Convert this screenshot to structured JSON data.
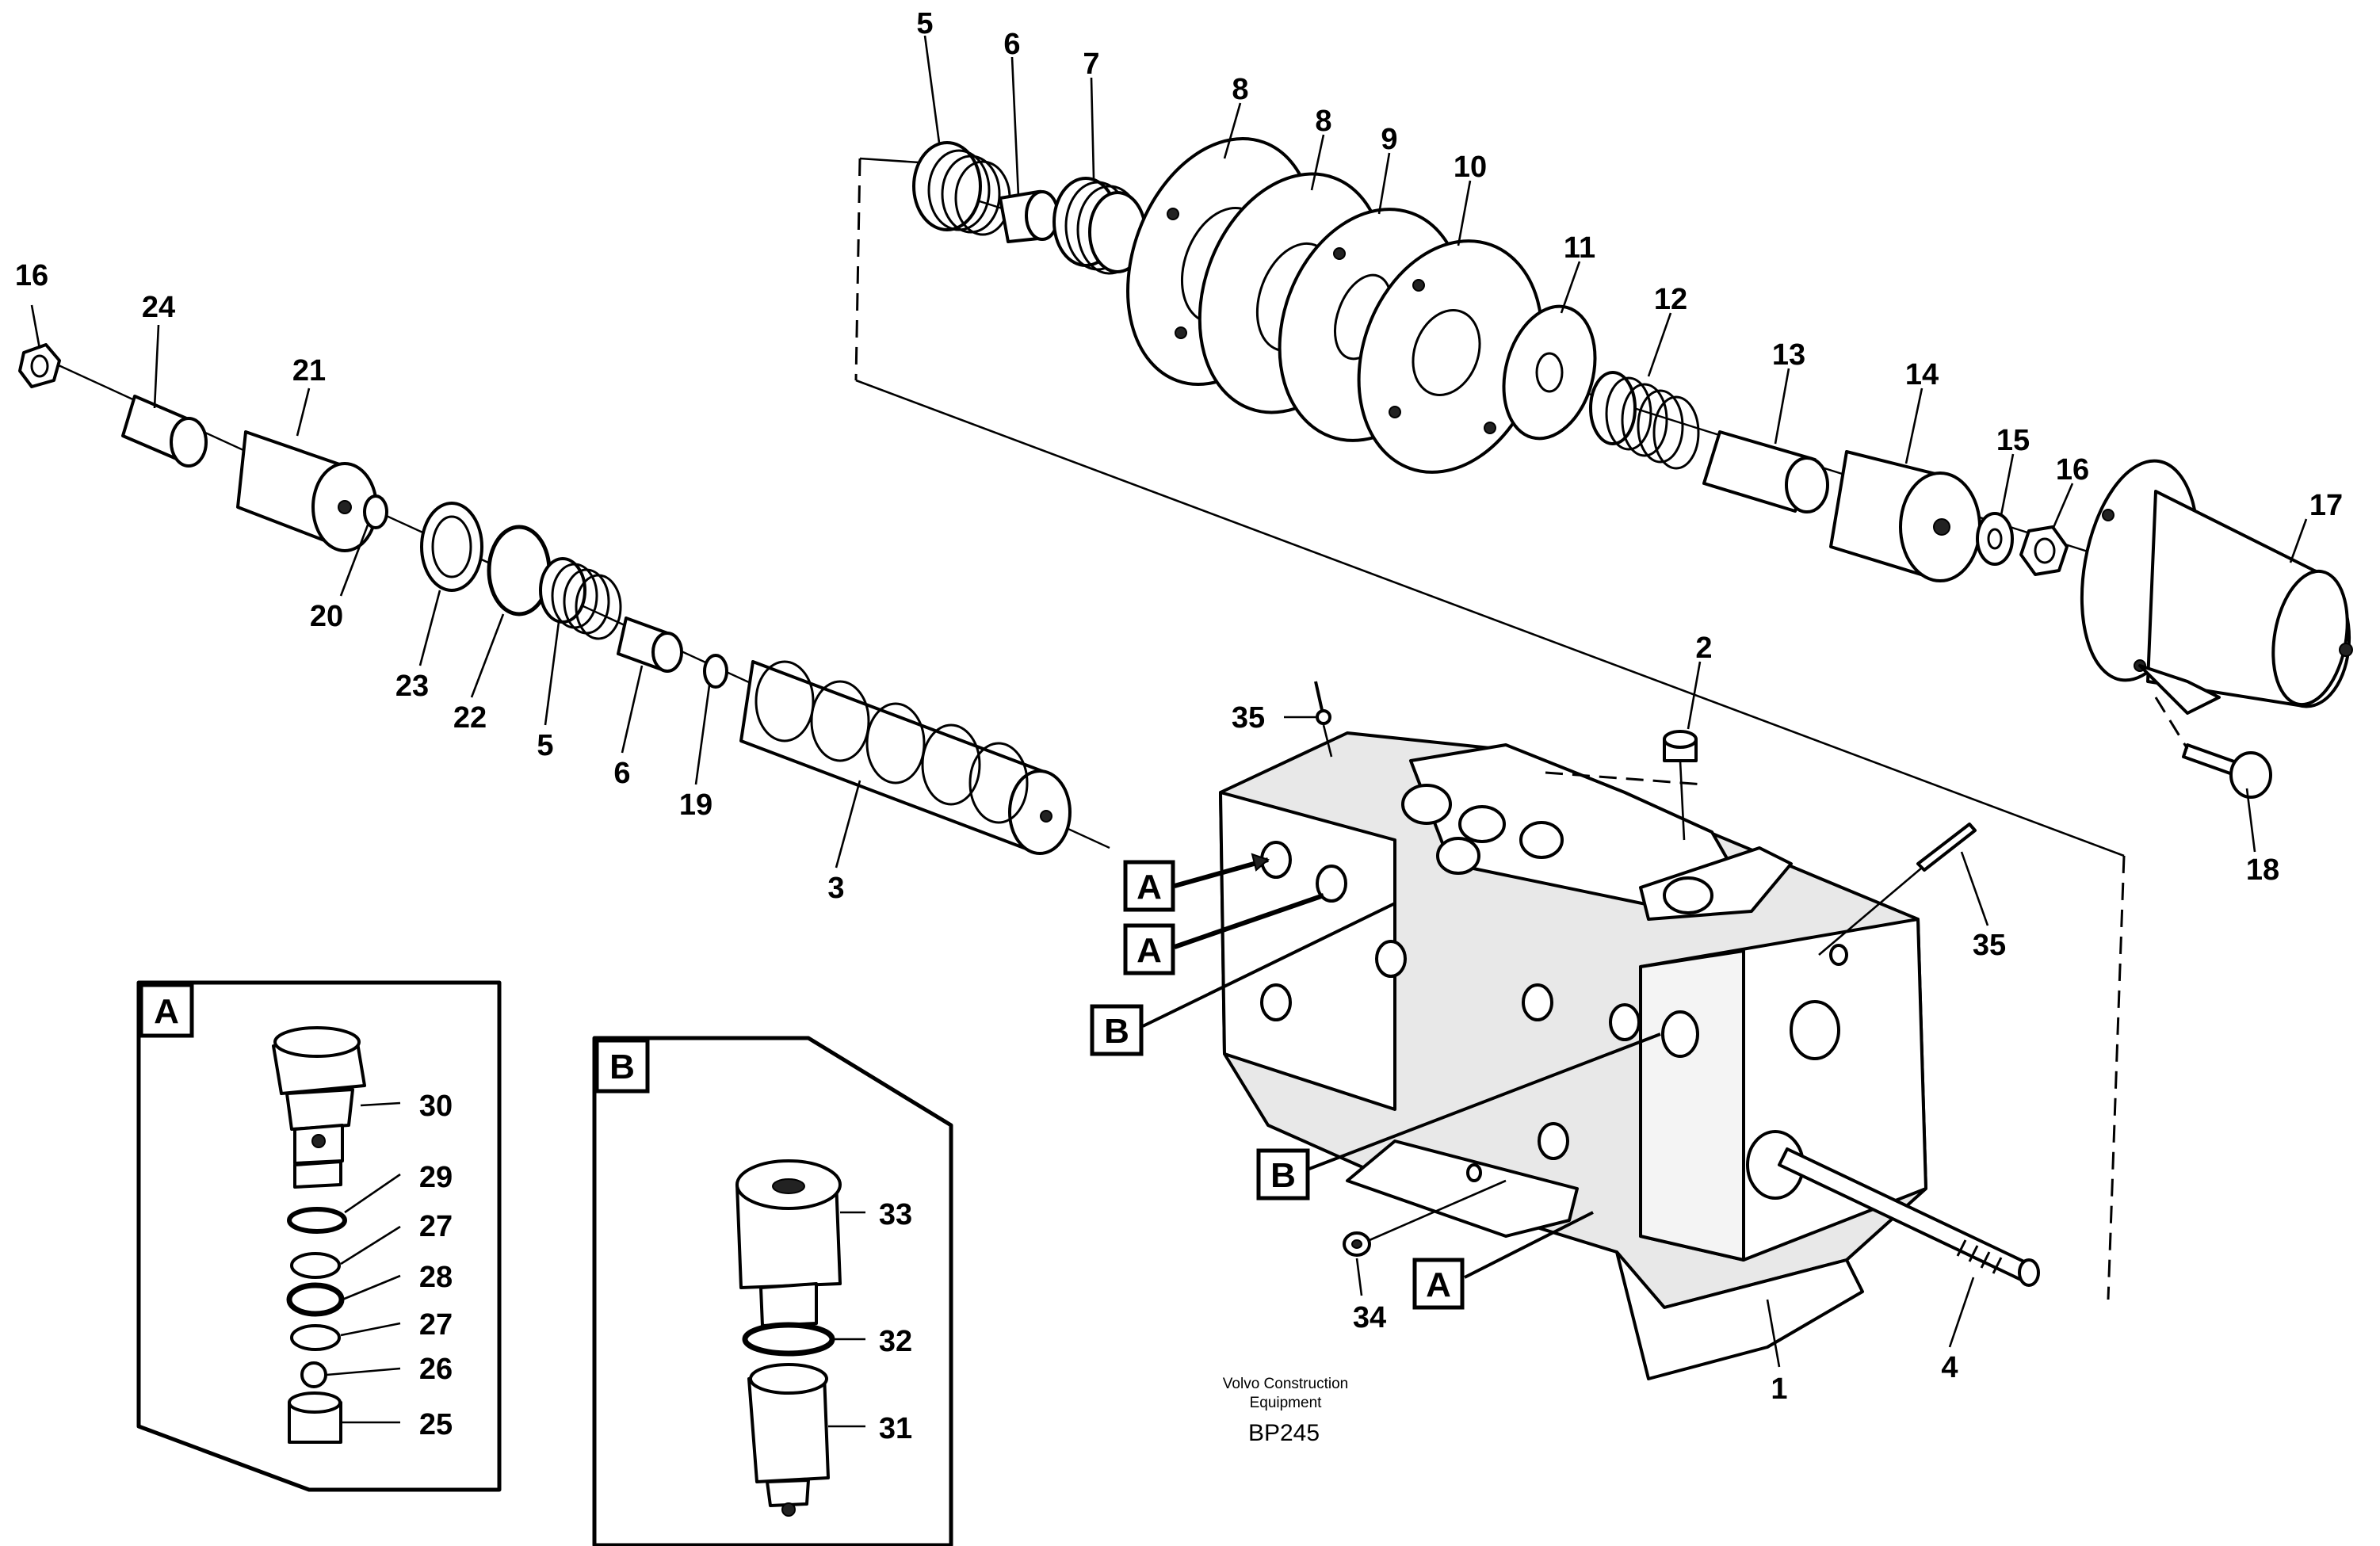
{
  "figure": {
    "code": "BP245",
    "publisher": "Volvo Construction Equipment"
  },
  "callouts": {
    "c1": "1",
    "c2": "2",
    "c3": "3",
    "c4": "4",
    "c5a": "5",
    "c5b": "5",
    "c6a": "6",
    "c6b": "6",
    "c7": "7",
    "c8a": "8",
    "c8b": "8",
    "c9": "9",
    "c10": "10",
    "c11": "11",
    "c12": "12",
    "c13": "13",
    "c14": "14",
    "c15": "15",
    "c16a": "16",
    "c16b": "16",
    "c17": "17",
    "c18": "18",
    "c19": "19",
    "c20": "20",
    "c21": "21",
    "c22": "22",
    "c23": "23",
    "c24": "24",
    "c25": "25",
    "c26": "26",
    "c27a": "27",
    "c27b": "27",
    "c28": "28",
    "c29": "29",
    "c30": "30",
    "c31": "31",
    "c32": "32",
    "c33": "33",
    "c34": "34",
    "c35a": "35",
    "c35b": "35"
  },
  "port_tags": {
    "a1": "A",
    "a2": "A",
    "a3": "A",
    "b1": "B",
    "b2": "B"
  },
  "detail_a": {
    "label": "A"
  },
  "detail_b": {
    "label": "B"
  }
}
